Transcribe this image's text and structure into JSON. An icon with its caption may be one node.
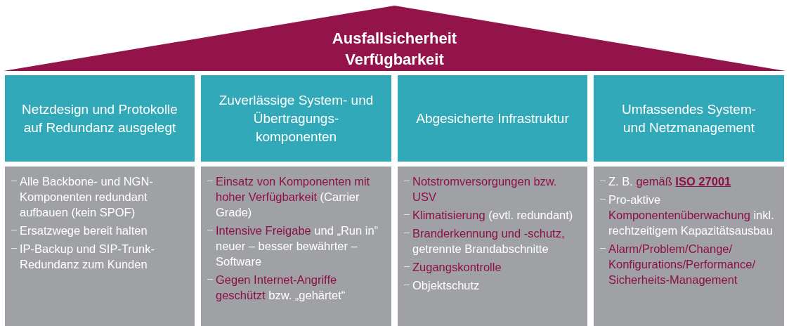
{
  "diagram": {
    "nodes": [
      {
        "text": [
          "Ausfallsicherheit Verfügbarkeit"
        ]
      },
      {
        "text": [
          "Netzdesign und Protokolle auf Redundanz ausgelegt"
        ]
      },
      {
        "text": [
          "Zuverlässige System- und Übertragungs-komponenten"
        ]
      },
      {
        "text": [
          "Abgesicherte Infrastruktur"
        ]
      },
      {
        "text": [
          "Umfassendes System- und Netzmanagement"
        ]
      },
      {
        "text": [
          "Alle Backbone- und NGN-Komponenten redundant aufbauen (kein SPOF)",
          "Ersatzwege bereit halten",
          "IP-Backup und SIP-Trunk-Redundanz zum Kunden"
        ]
      },
      {
        "text": [
          "Einsatz von Komponenten mit hoher Verfügbarkeit (Carrier Grade)",
          "Intensive Freigabe und „Run in“ neuer – besser bewährter – Software",
          "Gegen Internet-Angriffe geschützt bzw. „gehärtet“"
        ]
      },
      {
        "text": [
          "Notstromversorgungen bzw. USV",
          "Klimatisierung (evtl. redundant)",
          "Branderkennung und -schutz, getrennte Brandabschnitte",
          "Zugangskontrolle",
          "Objektschutz"
        ]
      },
      {
        "text": [
          "Z. B. gemäß **ISO 27001**",
          "Pro-aktive Komponentenüberwachung inkl. rechtzeitigem Kapazitätsausbau",
          "Alarm/Problem/Change/Konfigurations/Performance/Sicherheits-Management"
        ]
      }
    ]
  }
}
